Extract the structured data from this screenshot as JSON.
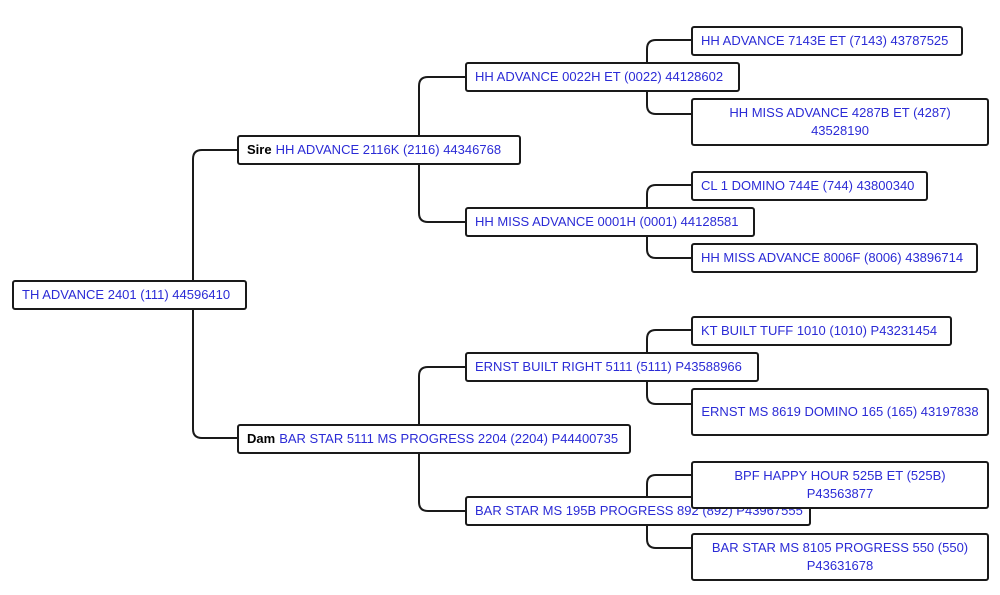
{
  "colors": {
    "link": "#2b2bd6",
    "border": "#1a1a1a",
    "connector": "#1a1a1a"
  },
  "pedigree": {
    "subject": {
      "name": "TH ADVANCE 2401 (111) 44596410"
    },
    "sire": {
      "role": "Sire",
      "name": "HH ADVANCE 2116K (2116) 44346768",
      "sire": {
        "name": "HH ADVANCE 0022H ET (0022) 44128602",
        "sire": {
          "name": "HH ADVANCE 7143E ET (7143) 43787525"
        },
        "dam": {
          "name": "HH MISS ADVANCE 4287B ET (4287) 43528190"
        }
      },
      "dam": {
        "name": "HH MISS ADVANCE 0001H (0001) 44128581",
        "sire": {
          "name": "CL 1 DOMINO 744E (744) 43800340"
        },
        "dam": {
          "name": "HH MISS ADVANCE 8006F (8006) 43896714"
        }
      }
    },
    "dam": {
      "role": "Dam",
      "name": "BAR STAR 5111 MS PROGRESS 2204 (2204) P44400735",
      "sire": {
        "name": "ERNST BUILT RIGHT 5111 (5111) P43588966",
        "sire": {
          "name": "KT BUILT TUFF 1010 (1010) P43231454"
        },
        "dam": {
          "name": "ERNST MS 8619 DOMINO 165 (165) 43197838"
        }
      },
      "dam": {
        "name": "BAR STAR MS 195B PROGRESS 892 (892) P43967555",
        "sire": {
          "name": "BPF HAPPY HOUR 525B ET (525B) P43563877"
        },
        "dam": {
          "name": "BAR STAR MS 8105 PROGRESS 550 (550) P43631678"
        }
      }
    }
  }
}
